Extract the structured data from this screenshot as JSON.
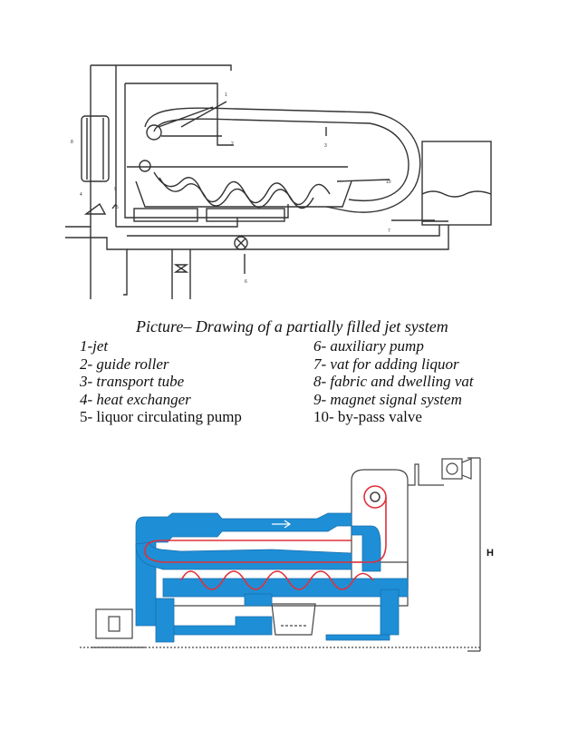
{
  "caption": "Picture– Drawing of a partially filled jet system",
  "legend_left": [
    {
      "text": "1-jet",
      "italic": true
    },
    {
      "text": "2- guide roller",
      "italic": true
    },
    {
      "text": "3- transport tube",
      "italic": true
    },
    {
      "text": "4- heat exchanger",
      "italic": true
    },
    {
      "text": "5- liquor circulating pump",
      "italic": false
    }
  ],
  "legend_right": [
    {
      "text": "6- auxiliary pump",
      "italic": true
    },
    {
      "text": "7- vat for adding liquor",
      "italic": true
    },
    {
      "text": "8- fabric and dwelling vat",
      "italic": true
    },
    {
      "text": "9- magnet signal system",
      "italic": true
    },
    {
      "text": "10- by-pass valve",
      "italic": false
    }
  ],
  "diagram_numbers": [
    "1",
    "2",
    "3",
    "4",
    "5",
    "6",
    "7",
    "8",
    "9",
    "10"
  ],
  "height_label": "H",
  "colors": {
    "liquor_blue": "#1e8fd6",
    "fabric_red": "#e0303a",
    "line": "#333333"
  }
}
